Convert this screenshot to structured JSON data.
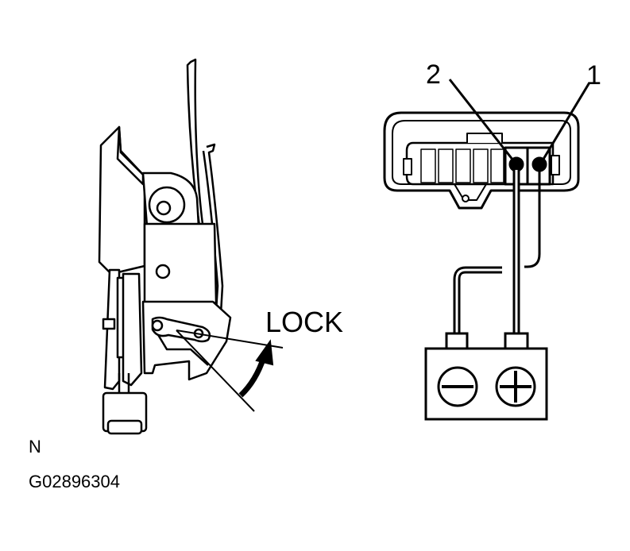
{
  "labels": {
    "lock": "LOCK",
    "terminal_2": "2",
    "terminal_1": "1",
    "view_code": "N",
    "figure_id": "G02896304"
  },
  "colors": {
    "line": "#000000",
    "background": "#ffffff",
    "shade": "#d9d9d9"
  },
  "icons": {
    "battery_negative": "minus-icon",
    "battery_positive": "plus-icon"
  }
}
